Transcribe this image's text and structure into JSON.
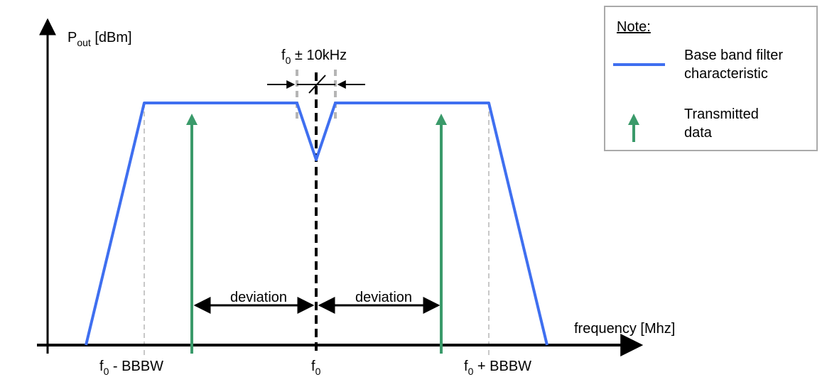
{
  "axes": {
    "y_label_main": "P",
    "y_label_sub": "out",
    "y_label_unit": " [dBm]",
    "x_label": "frequency [Mhz]"
  },
  "ticks": {
    "f0_main": "f",
    "f0_sub": "0",
    "left_suffix": " - BBBW",
    "center_suffix": "",
    "right_suffix": " + BBBW"
  },
  "notch": {
    "label_main": "f",
    "label_sub": "0",
    "label_suffix": " ± 10kHz"
  },
  "deviation": {
    "left_label": "deviation",
    "right_label": "deviation"
  },
  "legend": {
    "title": "Note:",
    "filter_line1": "Base band filter",
    "filter_line2": "characteristic",
    "data_line1": "Transmitted",
    "data_line2": "data"
  },
  "colors": {
    "filter": "#3f6ff0",
    "data_arrow": "#3a9a6a",
    "axis": "#000000",
    "guide": "#b5b5b5",
    "legend_border": "#aaaaaa"
  }
}
